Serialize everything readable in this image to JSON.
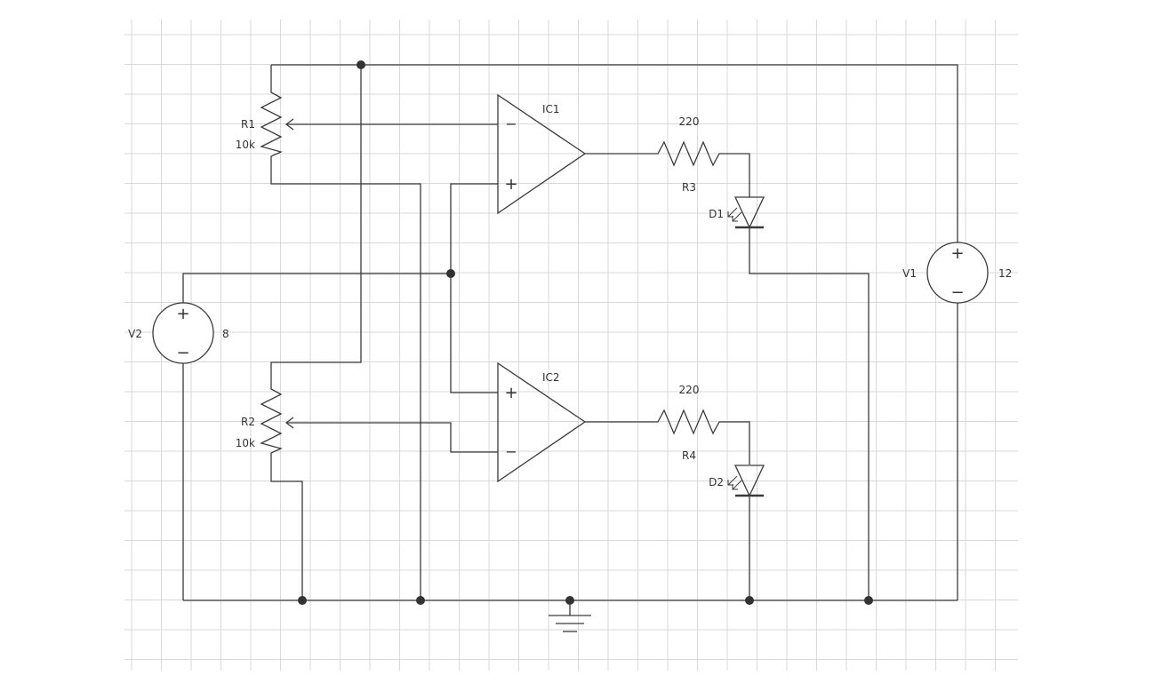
{
  "colors": {
    "background": "#ffffff",
    "grid": "#d9d9d9",
    "wire": "#3a3a3a",
    "junction": "#333333",
    "text": "#333333"
  },
  "components": {
    "ic1": {
      "label": "IC1",
      "minus": "−",
      "plus": "+"
    },
    "ic2": {
      "label": "IC2",
      "minus": "−",
      "plus": "+"
    },
    "r1": {
      "name": "R1",
      "value": "10k"
    },
    "r2": {
      "name": "R2",
      "value": "10k"
    },
    "r3": {
      "name": "R3",
      "value": "220"
    },
    "r4": {
      "name": "R4",
      "value": "220"
    },
    "d1": {
      "name": "D1"
    },
    "d2": {
      "name": "D2"
    },
    "v1": {
      "name": "V1",
      "value": "12",
      "plus": "+",
      "minus": "−"
    },
    "v2": {
      "name": "V2",
      "value": "8",
      "plus": "+",
      "minus": "−"
    }
  }
}
